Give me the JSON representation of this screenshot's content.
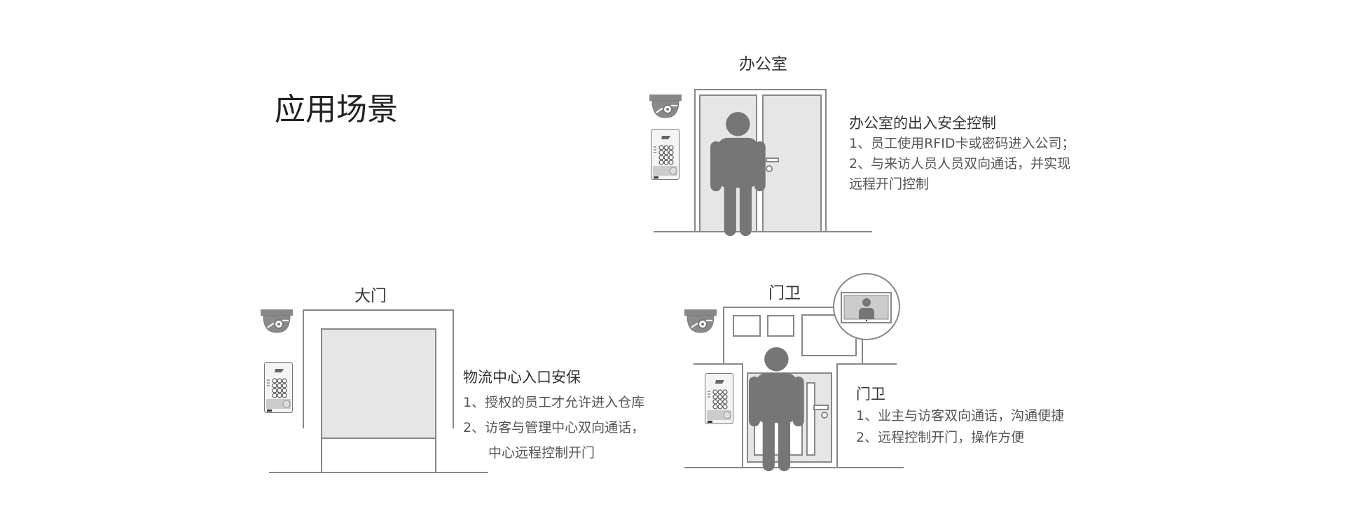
{
  "title": "应用场景",
  "scenes": {
    "office": {
      "label": "办公室",
      "heading": "办公室的出入安全控制",
      "lines": [
        "1、员工使用RFID卡或密码进入公司；",
        "2、与来访人员人员双向通话，并实现",
        "远程开门控制"
      ]
    },
    "gate": {
      "label": "大门",
      "heading": "物流中心入口安保",
      "lines": [
        "1、授权的员工才允许进入仓库",
        "2、访客与管理中心双向通话，",
        "中心远程控制开门"
      ]
    },
    "guard": {
      "label": "门卫",
      "heading": "门卫",
      "lines": [
        "1、业主与访客双向通话，沟通便捷",
        "2、远程控制开门，操作方便"
      ]
    }
  },
  "colors": {
    "line": "#888888",
    "fill": "#e6e6e6",
    "person": "#767676",
    "text": "#555555"
  }
}
